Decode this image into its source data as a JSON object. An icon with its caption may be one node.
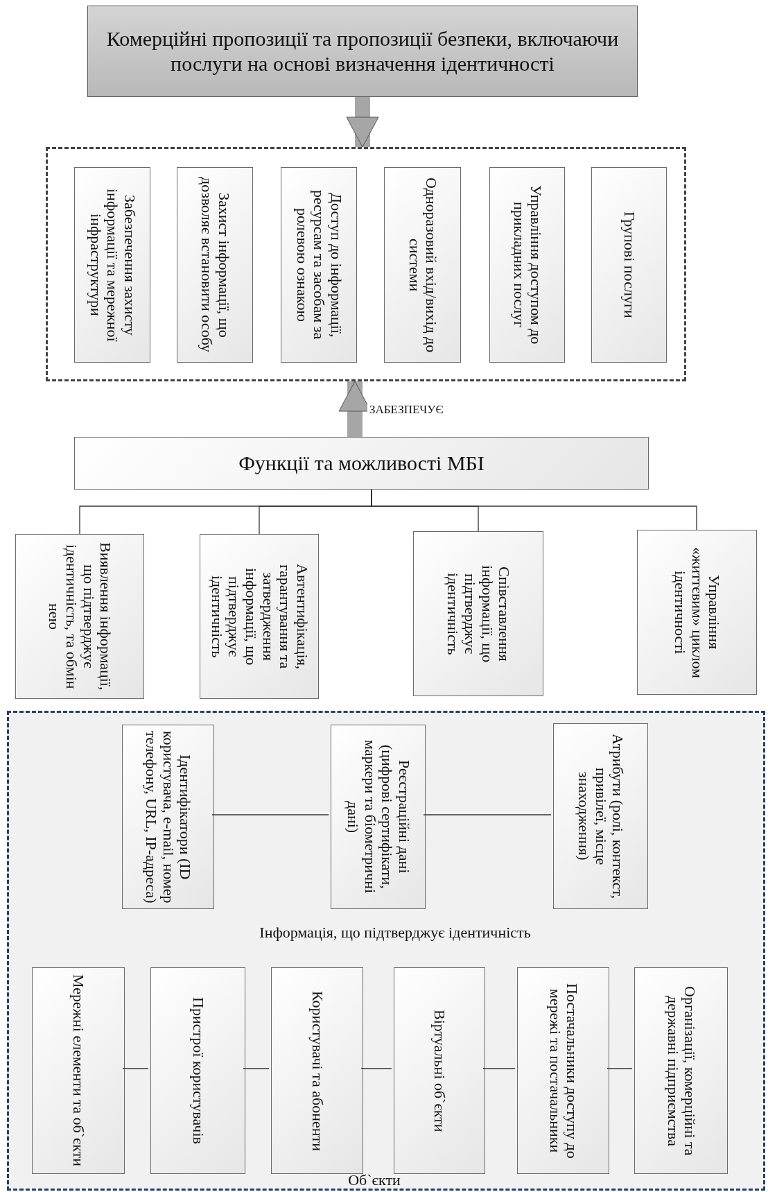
{
  "diagram": {
    "nodes": [
      {
        "text": [
          "Комерційні пропозиції та пропозиції безпеки, включаючи послуги на основі визначення ідентичності"
        ]
      },
      {
        "text": [],
        "shape": "box"
      },
      {
        "text": [
          "Забезпечення захисту інформації та мережної інфраструктури"
        ],
        "in": 1
      },
      {
        "text": [
          "Захист інформації, що дозволяє встановити особу"
        ],
        "in": 1
      },
      {
        "text": [
          "Доступ до інформації, ресурсам та засобам за ролевою ознакою"
        ],
        "in": 1
      },
      {
        "text": [
          "Одноразовий вхід/вихід до системи"
        ],
        "in": 1
      },
      {
        "text": [
          "Управління доступом до прикладних послуг"
        ],
        "in": 1
      },
      {
        "text": [
          "Групові послуги"
        ],
        "in": 1
      },
      {
        "text": [
          "Функції та можливості МБІ"
        ]
      },
      {
        "text": [
          "Виявлення інформації, що підтверджує ідентичність, та обмін нею"
        ]
      },
      {
        "text": [
          "Автентифікація, гарантування та затвердження інформації, що підтверджує ідентичність"
        ]
      },
      {
        "text": [
          "Співставлення інформації, що підтверджує ідентичність"
        ]
      },
      {
        "text": [
          "Управління «життєвим» циклом ідентичності"
        ]
      },
      {
        "text": [],
        "shape": "box"
      },
      {
        "text": [
          "Ідентифікатори (ID користувача, e-mail, номер телефону, URL, IP-адреса)"
        ],
        "in": 13
      },
      {
        "text": [
          "Реєстраційні дані (цифрові сертифікати, маркери та біометричні дані)"
        ],
        "in": 13
      },
      {
        "text": [
          "Атрибути (ролі, контекст, привілеї, місце знаходження)"
        ],
        "in": 13
      },
      {
        "text": [
          "Мережні елементи та об`єкти"
        ],
        "in": 13
      },
      {
        "text": [
          "Пристрої користувачів"
        ],
        "in": 13
      },
      {
        "text": [
          "Користувачі та абоненти"
        ],
        "in": 13
      },
      {
        "text": [
          "Віртуальні об`єкти"
        ],
        "in": 13
      },
      {
        "text": [
          "Постачальники доступу до мережі та постачальники"
        ],
        "in": 13
      },
      {
        "text": [
          "Організації, комерційні та державні підприємства"
        ],
        "in": 13
      }
    ],
    "edges": [
      {
        "from": 0,
        "to": 1,
        "arrow": "to",
        "style": "thick",
        "color": "#a6a6a6"
      },
      {
        "from": 8,
        "to": 1,
        "arrow": "to",
        "style": "thick",
        "color": "#a6a6a6",
        "label": "ЗАБЕЗПЕЧУЄ"
      },
      {
        "from": 8,
        "to": 9,
        "arrow": "none"
      },
      {
        "from": 8,
        "to": 10,
        "arrow": "none"
      },
      {
        "from": 8,
        "to": 11,
        "arrow": "none"
      },
      {
        "from": 8,
        "to": 12,
        "arrow": "none"
      },
      {
        "from": 14,
        "to": 15,
        "arrow": "none"
      },
      {
        "from": 15,
        "to": 16,
        "arrow": "none"
      },
      {
        "from": 17,
        "to": 18,
        "arrow": "none"
      },
      {
        "from": 18,
        "to": 19,
        "arrow": "none"
      },
      {
        "from": 19,
        "to": 20,
        "arrow": "none"
      },
      {
        "from": 20,
        "to": 21,
        "arrow": "none"
      },
      {
        "from": 21,
        "to": 22,
        "arrow": "none"
      }
    ],
    "labels": [
      "Інформація, що підтверджує ідентичність",
      "Об`єкти"
    ]
  }
}
